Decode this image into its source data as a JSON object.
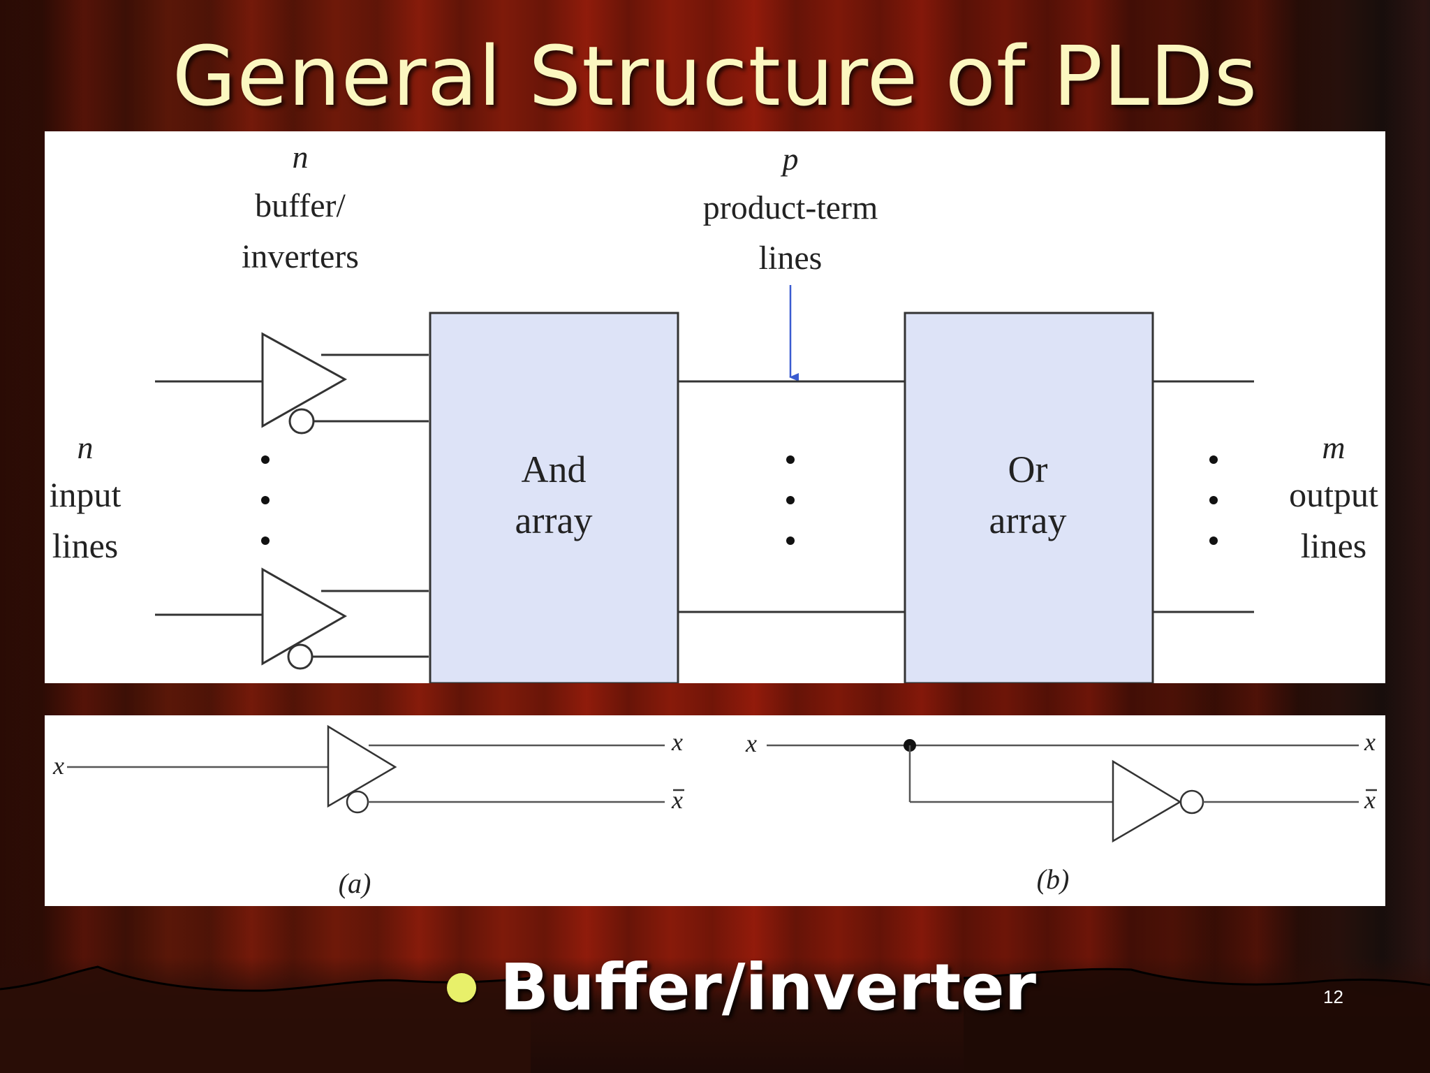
{
  "slide": {
    "title": "General Structure of PLDs",
    "bullet": "Buffer/inverter",
    "page_number": "12",
    "colors": {
      "title": "#fbf7c0",
      "bullet_dot": "#e8f06a",
      "array_fill": "#dde3f7",
      "arrow": "#3a5bd0"
    }
  },
  "diagram_main": {
    "buffer_label": {
      "var": "n",
      "line1": "buffer/",
      "line2": "inverters"
    },
    "product_label": {
      "var": "p",
      "line1": "product-term",
      "line2": "lines"
    },
    "input_label": {
      "var": "n",
      "line1": "input",
      "line2": "lines"
    },
    "output_label": {
      "var": "m",
      "line1": "output",
      "line2": "lines"
    },
    "and_array": {
      "line1": "And",
      "line2": "array"
    },
    "or_array": {
      "line1": "Or",
      "line2": "array"
    }
  },
  "diagram_buffer": {
    "a": {
      "input": "x",
      "out_true": "x",
      "out_comp": "x",
      "caption": "(a)"
    },
    "b": {
      "input": "x",
      "out_true": "x",
      "out_comp": "x",
      "caption": "(b)"
    }
  }
}
